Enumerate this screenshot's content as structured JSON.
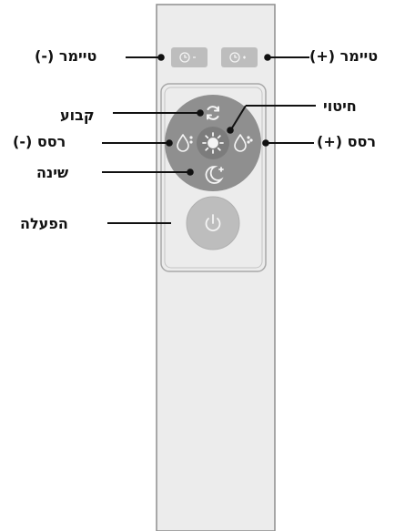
{
  "remote": {
    "colors": {
      "body_fill": "#ececec",
      "body_stroke": "#8e8e8e",
      "panel_stroke": "#a8a8a8",
      "dial_fill": "#8f8f8f",
      "dial_dark": "#7c7c7c",
      "button_fill": "#bdbdbd",
      "icon_color": "#f4f4f4",
      "callout_color": "#111111"
    },
    "buttons": [
      {
        "id": "timer-minus",
        "icon": "clock-minus-icon"
      },
      {
        "id": "timer-plus",
        "icon": "clock-plus-icon"
      },
      {
        "id": "swing",
        "icon": "swing-rotate-icon"
      },
      {
        "id": "spray-minus",
        "icon": "droplet-minus-icon"
      },
      {
        "id": "disinfect",
        "icon": "sun-icon"
      },
      {
        "id": "spray-plus",
        "icon": "droplet-plus-icon"
      },
      {
        "id": "sleep",
        "icon": "moon-icon"
      },
      {
        "id": "power",
        "icon": "power-icon"
      }
    ]
  },
  "labels": {
    "timer_minus": "טיימר (-)",
    "timer_plus": "טיימר (+)",
    "fixed": "קבוע",
    "spray_minus": "רסס (-)",
    "disinfect": "חיטוי",
    "spray_plus": "רסס (+)",
    "sleep": "שינה",
    "power": "הפעלה"
  }
}
